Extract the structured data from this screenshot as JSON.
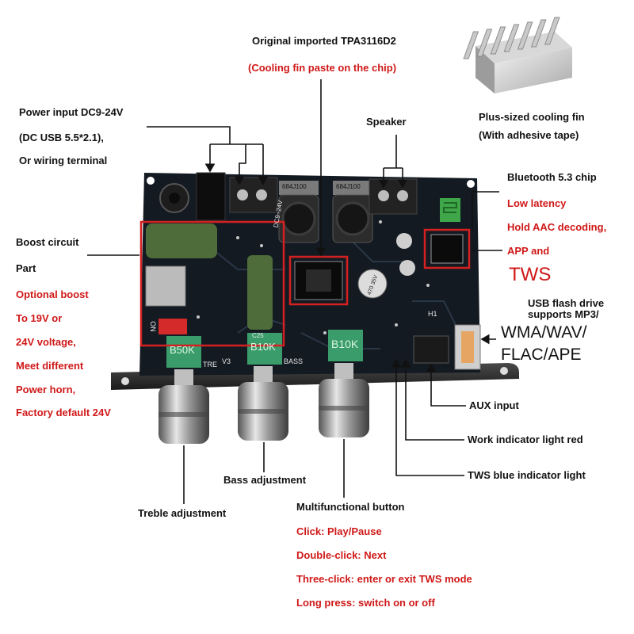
{
  "chip_title": "Original imported TPA3116D2",
  "chip_note": "(Cooling fin paste on the chip)",
  "fin_title": "Plus-sized cooling fin",
  "fin_note": "(With adhesive tape)",
  "power": {
    "line1": "Power input DC9-24V",
    "line2": "(DC USB 5.5*2.1),",
    "line3": "Or wiring terminal"
  },
  "speaker": "Speaker",
  "bluetooth": {
    "title": "Bluetooth 5.3 chip",
    "features": [
      "Low latency",
      "Hold AAC decoding,",
      "APP and"
    ],
    "tws": "TWS"
  },
  "boost": {
    "title1": "Boost circuit",
    "title2": "Part",
    "notes": [
      "Optional boost",
      "To 19V or",
      "24V voltage,",
      "Meet different",
      "Power horn,",
      "Factory default 24V"
    ]
  },
  "usb": {
    "line1": "USB flash drive",
    "line2": "supports MP3/",
    "line3": "WMA/WAV/",
    "line4": "FLAC/APE"
  },
  "aux": "AUX input",
  "work_led": "Work indicator light red",
  "tws_led": "TWS blue indicator light",
  "bass": "Bass adjustment",
  "treble": "Treble adjustment",
  "button": {
    "title": "Multifunctional button",
    "actions": [
      "Click: Play/Pause",
      "Double-click: Next",
      "Three-click: enter or exit TWS mode",
      "Long press: switch on or off"
    ]
  },
  "board_marks": {
    "pot1": "B50K",
    "pot2": "B10K",
    "pot3": "B10K",
    "tre": "TRE",
    "v3": "V3",
    "bass": "BASS",
    "dc": "DC9~24V",
    "on": "ON",
    "cap": "470 35V",
    "ind1": "684J100",
    "ind2": "684J100",
    "h1": "H1",
    "c25": "C25"
  },
  "colors": {
    "board": "#141a22",
    "frame": "#d42020",
    "pot": "#3a9c6a",
    "arrow": "#111111"
  }
}
